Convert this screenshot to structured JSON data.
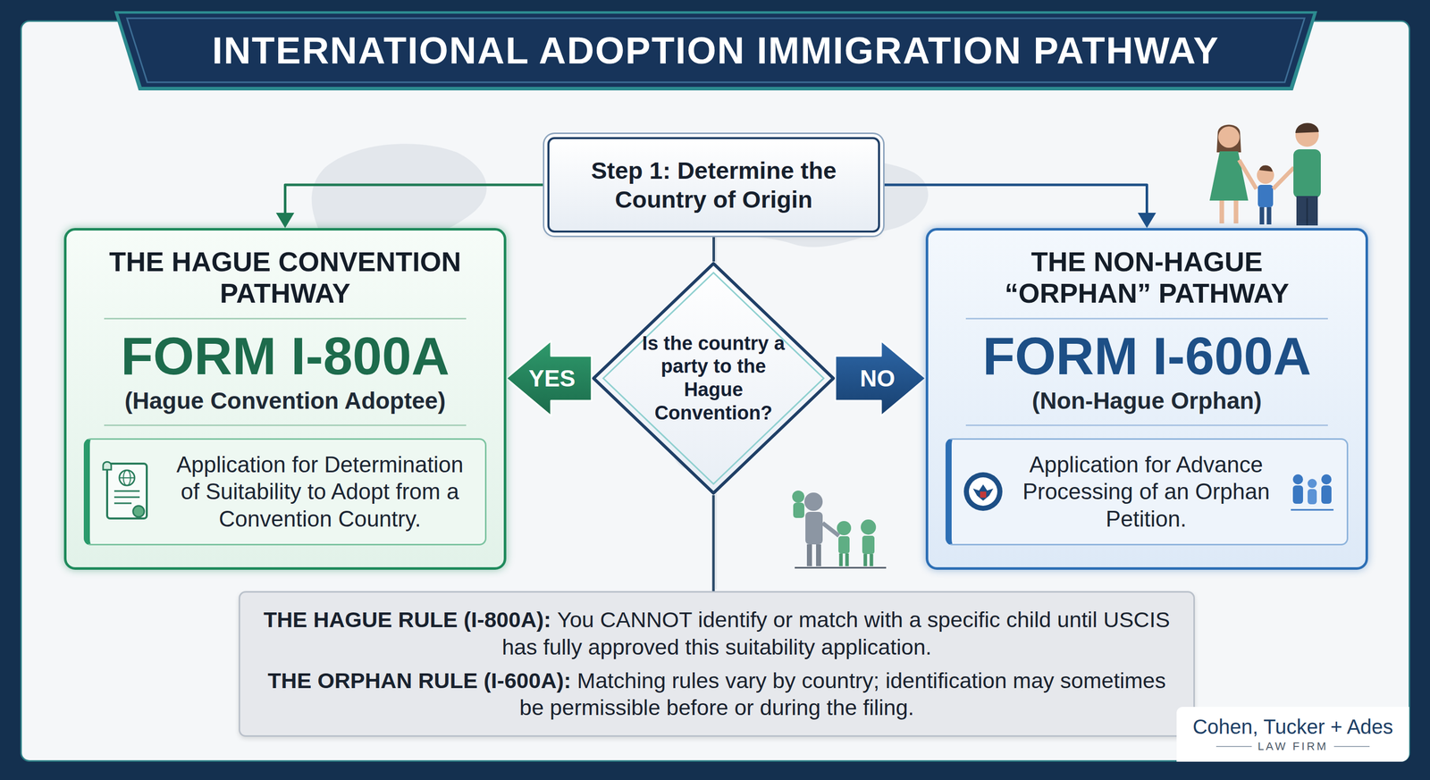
{
  "diagram": {
    "title": "INTERNATIONAL ADOPTION IMMIGRATION PATHWAY",
    "nodes": [
      {
        "text": [
          "Step 1: Determine the Country of Origin"
        ]
      },
      {
        "text": [
          "THE HAGUE CONVENTION PATHWAY",
          "FORM I-800A",
          "(Hague Convention Adoptee)",
          "Application for Determination of Suitability to Adopt from a Convention Country."
        ]
      },
      {
        "text": [
          "Is the country a party to the Hague Convention?"
        ]
      },
      {
        "text": [
          "THE NON-HAGUE “ORPHAN” PATHWAY",
          "FORM I-600A",
          "(Non-Hague Orphan)",
          "Application for Advance Processing of an Orphan Petition."
        ]
      },
      {
        "text": [
          "THE HAGUE RULE (I-800A):",
          "You CANNOT identify or match with a specific child until USCIS has fully approved this suitability application.",
          "THE ORPHAN RULE (I-600A):",
          "Matching rules vary by country; identification may sometimes be permissible before or during the filing."
        ]
      }
    ],
    "edges": [
      {
        "from": 0,
        "to": 1,
        "arrow": "to"
      },
      {
        "from": 0,
        "to": 3,
        "arrow": "to"
      },
      {
        "from": 0,
        "to": 2,
        "arrow": "none"
      },
      {
        "from": 2,
        "to": 1,
        "label": "YES",
        "arrow": "to"
      },
      {
        "from": 2,
        "to": 3,
        "label": "NO",
        "arrow": "to"
      },
      {
        "from": 2,
        "to": 4,
        "arrow": "none"
      }
    ],
    "labels": [
      "Cohen, Tucker + Ades",
      "LAW FIRM"
    ]
  }
}
